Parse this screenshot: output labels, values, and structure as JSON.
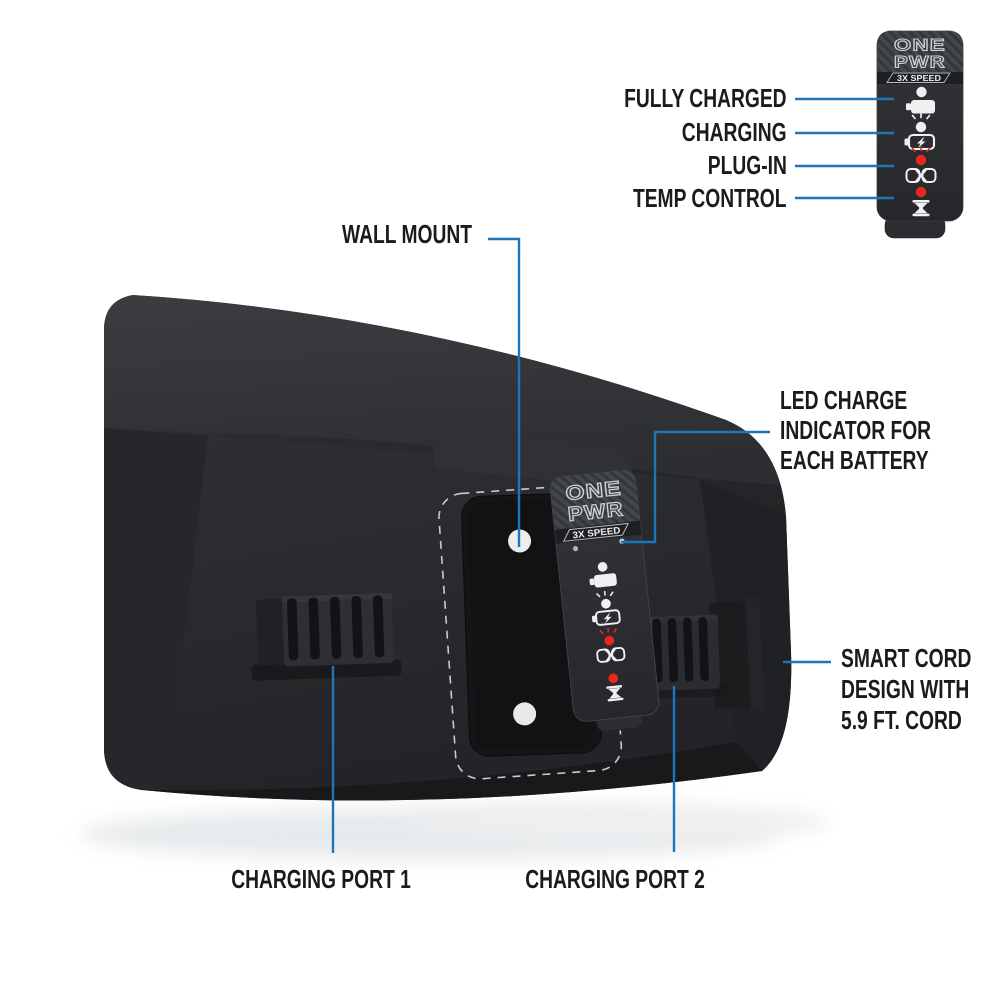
{
  "brand": {
    "line1": "ONE",
    "line2": "PWR",
    "badge": "3X SPEED"
  },
  "legend": {
    "items": [
      {
        "label": "FULLY CHARGED",
        "led": "white-solid",
        "icon": "battery-full-icon"
      },
      {
        "label": "CHARGING",
        "led": "white-blinking",
        "icon": "battery-charging-icon"
      },
      {
        "label": "PLUG-IN",
        "led": "red-blinking",
        "icon": "battery-disconnected-icon"
      },
      {
        "label": "TEMP CONTROL",
        "led": "red-solid",
        "icon": "hourglass-icon"
      }
    ]
  },
  "callouts": {
    "wall_mount": "WALL MOUNT",
    "led_indicator": [
      "LED CHARGE",
      "INDICATOR FOR",
      "EACH BATTERY"
    ],
    "smart_cord": [
      "SMART CORD",
      "DESIGN WITH",
      "5.9 FT. CORD"
    ],
    "charging_port_1": "CHARGING PORT 1",
    "charging_port_2": "CHARGING PORT 2"
  },
  "colors": {
    "leader_blue": "#1d76bb",
    "label_text": "#1a1b1d",
    "led_red": "#e8271d",
    "led_white": "#eef0f1",
    "device_body": "#2a2b2e",
    "panel_bg": "#2b2d31",
    "background": "#ffffff"
  }
}
